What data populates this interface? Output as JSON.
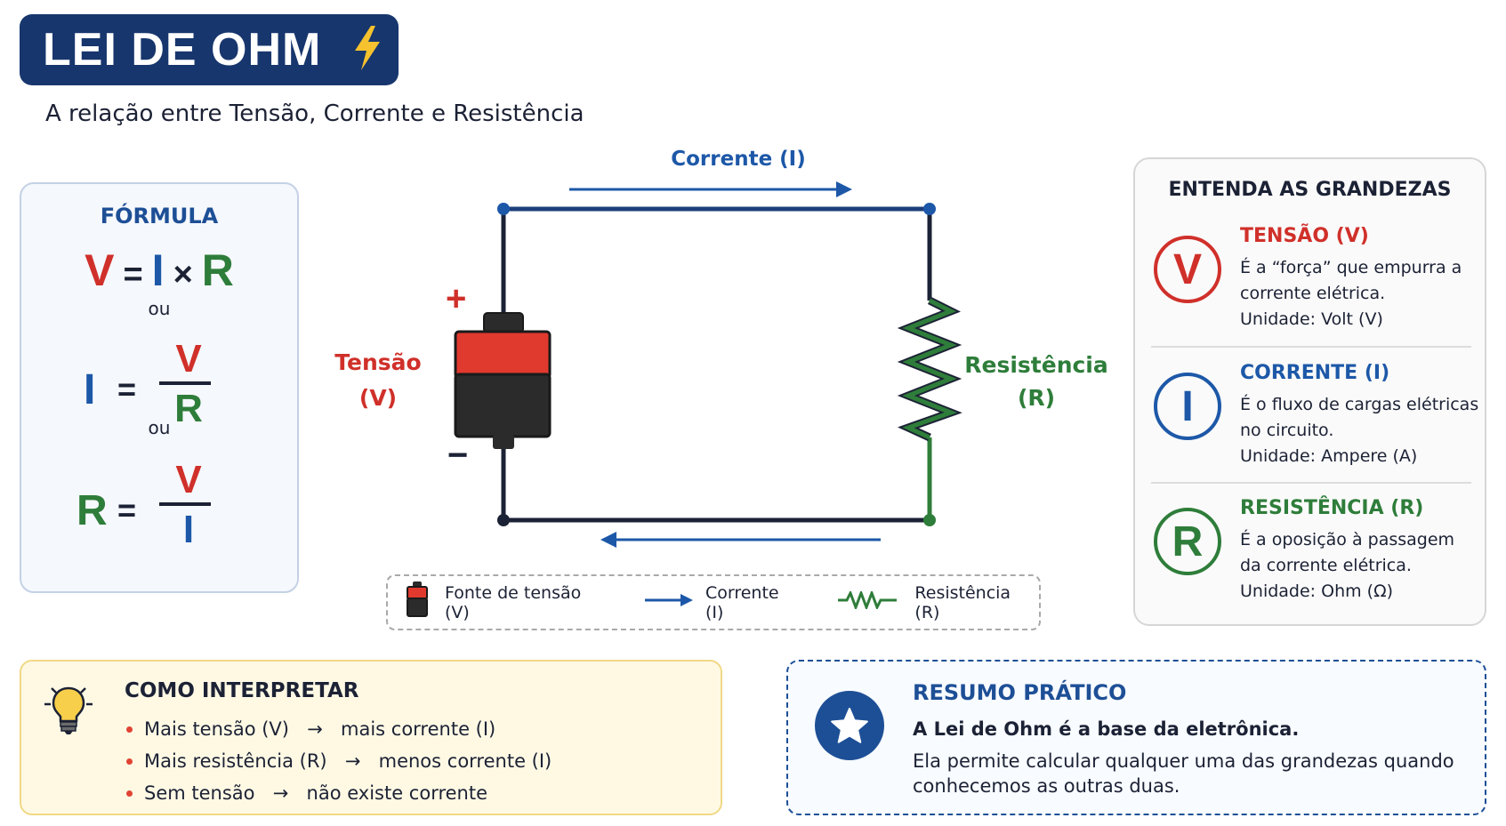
{
  "header": {
    "title": "LEI DE OHM",
    "title_icon": "lightning-bolt-icon",
    "subtitle": "A relação entre Tensão, Corrente e Resistência"
  },
  "formula": {
    "heading": "FÓRMULA",
    "eq1": {
      "v": "V",
      "eq": "=",
      "i": "I",
      "times": "×",
      "r": "R"
    },
    "or1": "ou",
    "eq2": {
      "lhs": "I",
      "eq": "=",
      "num": "V",
      "den": "R"
    },
    "or2": "ou",
    "eq3": {
      "lhs": "R",
      "eq": "=",
      "num": "V",
      "den": "I"
    }
  },
  "circuit": {
    "current_label": "Corrente (I)",
    "voltage_label_line1": "Tensão",
    "voltage_label_line2": "(V)",
    "resistance_label_line1": "Resistência",
    "resistance_label_line2": "(R)",
    "plus": "+",
    "minus": "−"
  },
  "legend": {
    "source": "Fonte de tensão (V)",
    "current": "Corrente (I)",
    "resistance": "Resistência (R)"
  },
  "grandezas": {
    "heading": "ENTENDA AS GRANDEZAS",
    "items": [
      {
        "letter": "V",
        "title": "TENSÃO (V)",
        "desc": "É a “força” que empurra a corrente elétrica.",
        "unit": "Unidade: Volt (V)",
        "color": "#d0302a"
      },
      {
        "letter": "I",
        "title": "CORRENTE (I)",
        "desc": "É o fluxo de cargas elétricas no circuito.",
        "unit": "Unidade: Ampere (A)",
        "color": "#1d58a8"
      },
      {
        "letter": "R",
        "title": "RESISTÊNCIA (R)",
        "desc": "É a oposição à passagem da corrente elétrica.",
        "unit": "Unidade: Ohm (Ω)",
        "color": "#2e7d3a"
      }
    ]
  },
  "interpret": {
    "icon": "lightbulb-icon",
    "title": "COMO INTERPRETAR",
    "items": [
      {
        "cause": "Mais tensão (V)",
        "arrow": "→",
        "effect": "mais corrente (I)"
      },
      {
        "cause": "Mais resistência (R)",
        "arrow": "→",
        "effect": "menos corrente (I)"
      },
      {
        "cause": "Sem tensão",
        "arrow": "→",
        "effect": "não existe corrente"
      }
    ]
  },
  "resumo": {
    "icon": "star-icon",
    "title": "RESUMO PRÁTICO",
    "bold": "A Lei de Ohm é a base da eletrônica.",
    "text": "Ela permite calcular qualquer uma das grandezas quando conhecemos as outras duas."
  },
  "colors": {
    "voltage": "#d0302a",
    "current": "#1d58a8",
    "resistance": "#2e7d3a",
    "title_bg": "#17366d"
  }
}
